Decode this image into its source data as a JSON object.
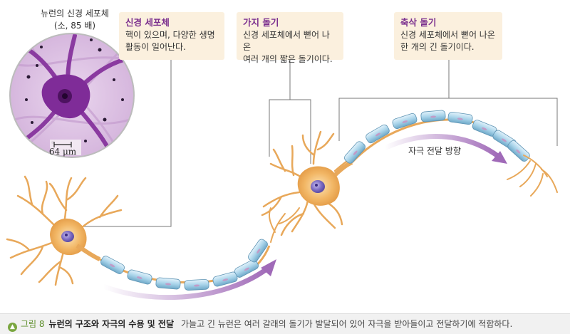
{
  "micrograph": {
    "title": "뉴런의 신경 세포체",
    "magnification": "(소, 85 배)",
    "scale": "64 μm"
  },
  "callouts": [
    {
      "title": "신경 세포체",
      "body": "핵이 있으며, 다양한 생명\n활동이 일어난다."
    },
    {
      "title": "가지 돌기",
      "body": "신경 세포체에서 뻗어 나온\n여러 개의 짧은 돌기이다."
    },
    {
      "title": "축삭 돌기",
      "body": "신경 세포체에서 뻗어 나온\n한 개의 긴 돌기이다."
    }
  ],
  "signal_direction": "자극 전달 방향",
  "caption": {
    "icon": "up-arrow-circle-icon",
    "figure": "그림 8",
    "title": "뉴런의 구조와 자극의 수용 및 전달",
    "description": "가늘고 긴 뉴런은 여러 갈래의 돌기가 발달되어 있어 자극을 받아들이고 전달하기에 적합하다."
  },
  "colors": {
    "cell_body": "#f2b766",
    "nucleus": "#7e6dc4",
    "myelin": "#a9d4ea",
    "direction_arrow": "#a06ab8",
    "callout_title": "#7b2f8e",
    "caption_figure": "#5d8e2a"
  }
}
